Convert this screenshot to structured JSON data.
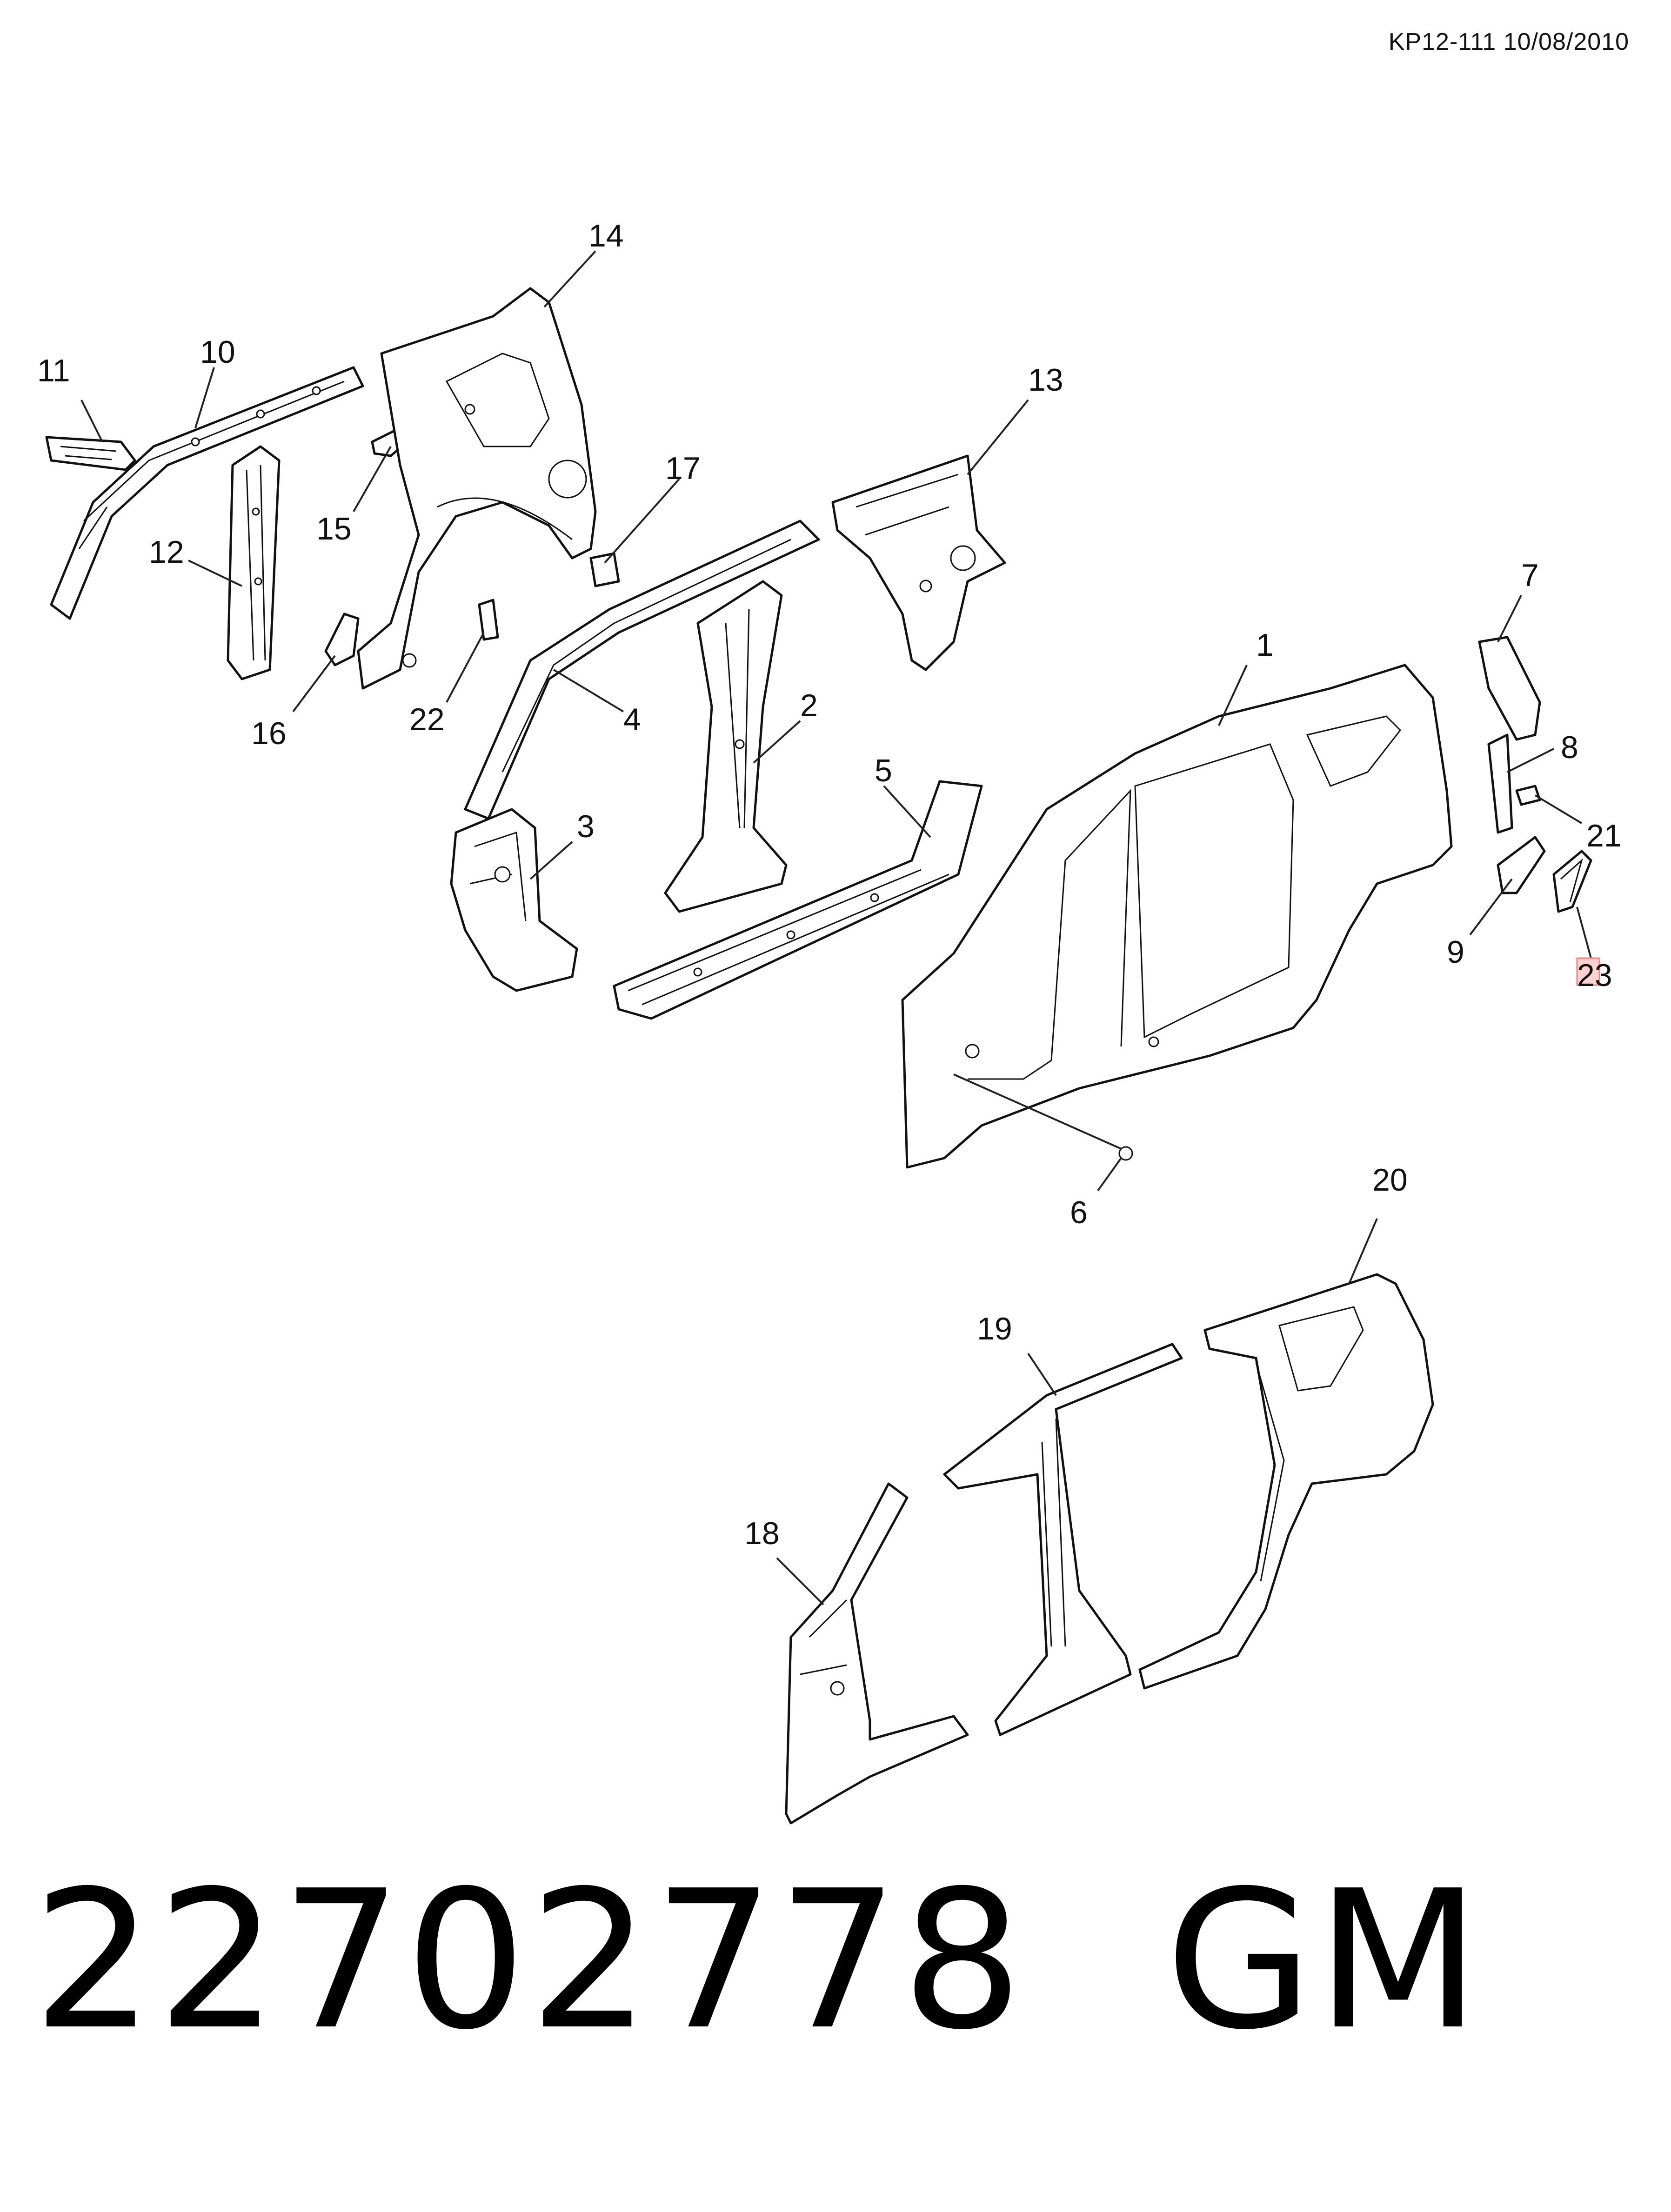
{
  "header": {
    "reference": "KP12-111 10/08/2010"
  },
  "footer": {
    "part_number": "22702778",
    "brand": "GM"
  },
  "callouts": {
    "c1": "1",
    "c2": "2",
    "c3": "3",
    "c4": "4",
    "c5": "5",
    "c6": "6",
    "c7": "7",
    "c8": "8",
    "c9": "9",
    "c10": "10",
    "c11": "11",
    "c12": "12",
    "c13": "13",
    "c14": "14",
    "c15": "15",
    "c16": "16",
    "c17": "17",
    "c18": "18",
    "c19": "19",
    "c20": "20",
    "c21": "21",
    "c22": "22",
    "c23": "23"
  },
  "highlight_color": "#ff7f7f"
}
